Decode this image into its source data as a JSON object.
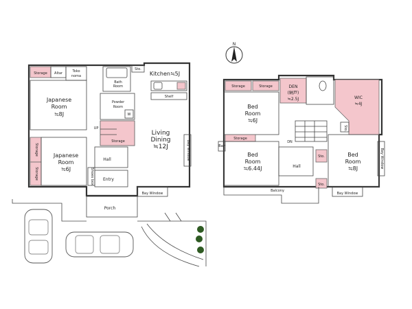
{
  "first_floor": {
    "storage_top": "Storage",
    "altar": "Altar",
    "tokonoma": [
      "Toko",
      "noma"
    ],
    "bath_room": [
      "Bath",
      "Room"
    ],
    "sto_top": "Sto.",
    "kitchen": "Kitchen≒5J",
    "japanese_room_1": [
      "Japanese",
      "Room",
      "≒8J"
    ],
    "powder_room": [
      "Powder",
      "Room"
    ],
    "shelf": "Shelf",
    "w_label": "W",
    "up_label": "UP",
    "storage_stairs": "Storage",
    "living_dining": [
      "Living",
      "Dining",
      "≒12J"
    ],
    "storage_left_1": "Storage",
    "storage_left_2": "Storage",
    "japanese_room_2": [
      "Japanese",
      "Room",
      "≒6J"
    ],
    "hall": "Hall",
    "shoes_box": "Shoes box",
    "entry": "Entry",
    "bay_window_side": "Bay Window",
    "bay_window_bottom": "Bay Window",
    "porch": "Porch"
  },
  "second_floor": {
    "storage_1": "Storage",
    "storage_2": "Storage",
    "den": [
      "DEN",
      "(納戸)",
      "≒2.5J"
    ],
    "wic": [
      "WIC",
      "≒4J"
    ],
    "bed_room_1": [
      "Bed",
      "Room",
      "≒6J"
    ],
    "sto_1": "Sto.",
    "dn_label": "DN",
    "storage_3": "Storage",
    "bay_small": "Bay",
    "sto_2": "Sto.",
    "bed_room_2": [
      "Bed",
      "Room",
      "≒6.44J"
    ],
    "hall": "Hall",
    "bed_room_3": [
      "Bed",
      "Room",
      "≒8J"
    ],
    "bay_window_side": "Bay Window",
    "sto_3": "Sto.",
    "balcony": "Balcony",
    "bay_window_bottom": "Bay Window"
  },
  "compass": {
    "north_label": "N"
  },
  "colors": {
    "storage_fill": "#f4c6cc",
    "wall": "#333333"
  }
}
